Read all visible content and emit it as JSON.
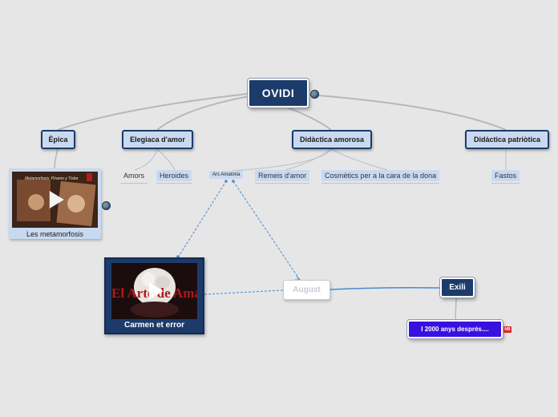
{
  "central_topic": {
    "label": "OVIDI"
  },
  "main_topics": {
    "epica": "Èpica",
    "elegiaca": "Elegiaca d'amor",
    "didactica_amorosa": "Didàctica amorosa",
    "didactica_patriotica": "Didàctica patriòtica"
  },
  "subtopics": {
    "amors": "Amors",
    "heroides": "Heroides",
    "ars_amatoria": "Ars Amatòria",
    "remeis": "Remeis d'amor",
    "cosmetics": "Cosmètics per a la cara de la dona",
    "fastos": "Fastos"
  },
  "media": {
    "metamorfosis": {
      "caption": "Les metamorfosis",
      "thumb_text": "Metamorfosis: Píramo y Tisbe"
    },
    "carmen": {
      "caption": "Carmen et error",
      "thumb_text": "El Arte de Amar"
    }
  },
  "floating_topics": {
    "august": "August",
    "exili": "Exili",
    "note": "I 2000 anys després....",
    "note_icon": "NB"
  },
  "icons": [
    "globe-icon",
    "play-icon",
    "note-icon"
  ],
  "colors": {
    "background": "#e6e6e6",
    "central": "#1c3b6b",
    "topic_fill": "#c9daf0",
    "dashed_link": "#4a8ad1",
    "note_box": "#3a10e0"
  }
}
